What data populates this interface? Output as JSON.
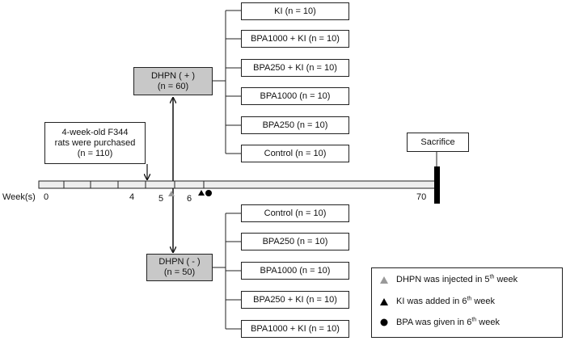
{
  "dhpn_pos": {
    "title": "DHPN ( + )",
    "n": "(n = 60)"
  },
  "dhpn_neg": {
    "title": "DHPN ( - )",
    "n": "(n = 50)"
  },
  "purchase": {
    "line1": "4-week-old F344",
    "line2": "rats were purchased",
    "line3": "(n = 110)"
  },
  "sacrifice": "Sacrifice",
  "groups_pos": [
    "KI (n = 10)",
    "BPA1000 + KI (n = 10)",
    "BPA250 + KI (n = 10)",
    "BPA1000 (n = 10)",
    "BPA250 (n = 10)",
    "Control (n = 10)"
  ],
  "groups_neg": [
    "Control (n = 10)",
    "BPA250 (n = 10)",
    "BPA1000 (n = 10)",
    "BPA250 + KI (n = 10)",
    "BPA1000 + KI (n = 10)"
  ],
  "timeline": {
    "axis_label": "Week(s)",
    "ticks": [
      "0",
      "4",
      "5",
      "6",
      "70"
    ]
  },
  "legend": {
    "dhpn": {
      "text": "DHPN was injected in 5",
      "sup": "th",
      "tail": " week",
      "color": "#999999"
    },
    "ki": {
      "text": "KI  was added  in 6",
      "sup": "th",
      "tail": " week",
      "color": "#000000"
    },
    "bpa": {
      "text": "BPA was given in 6",
      "sup": "th",
      "tail": " week",
      "color": "#000000"
    }
  }
}
